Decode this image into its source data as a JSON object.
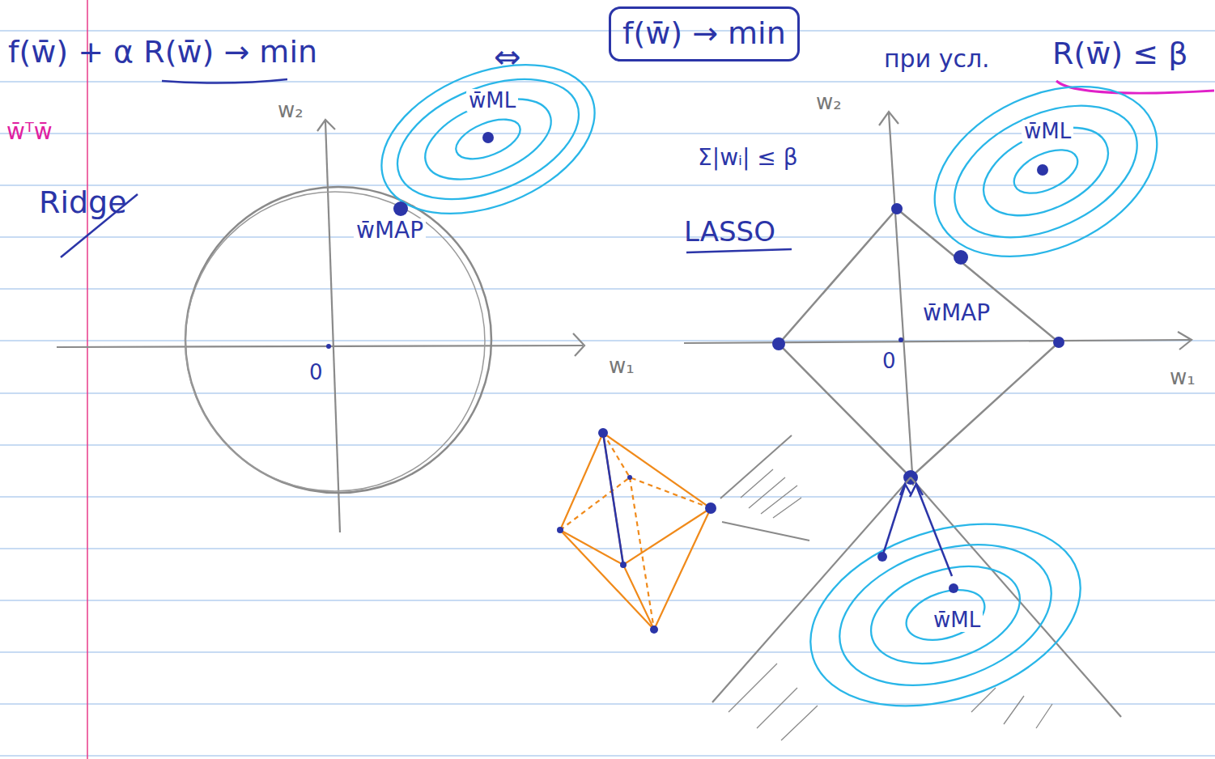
{
  "diagram": {
    "nodes": [
      {
        "text": [
          "f(w̄) → min"
        ]
      }
    ],
    "labels": [
      "f(w̄) + α R(w̄) → min",
      "⇔",
      "при усл.",
      "R(w̄) ≤ β",
      "w̄ᵀw̄",
      "Ridge",
      "w₂",
      "w̄ML",
      "w̄MAP",
      "0",
      "w₁",
      "w₂",
      "Σ|wᵢ| ≤ β",
      "LASSO",
      "w̄ML",
      "w̄MAP",
      "0",
      "w₁",
      "w̄ML"
    ]
  }
}
